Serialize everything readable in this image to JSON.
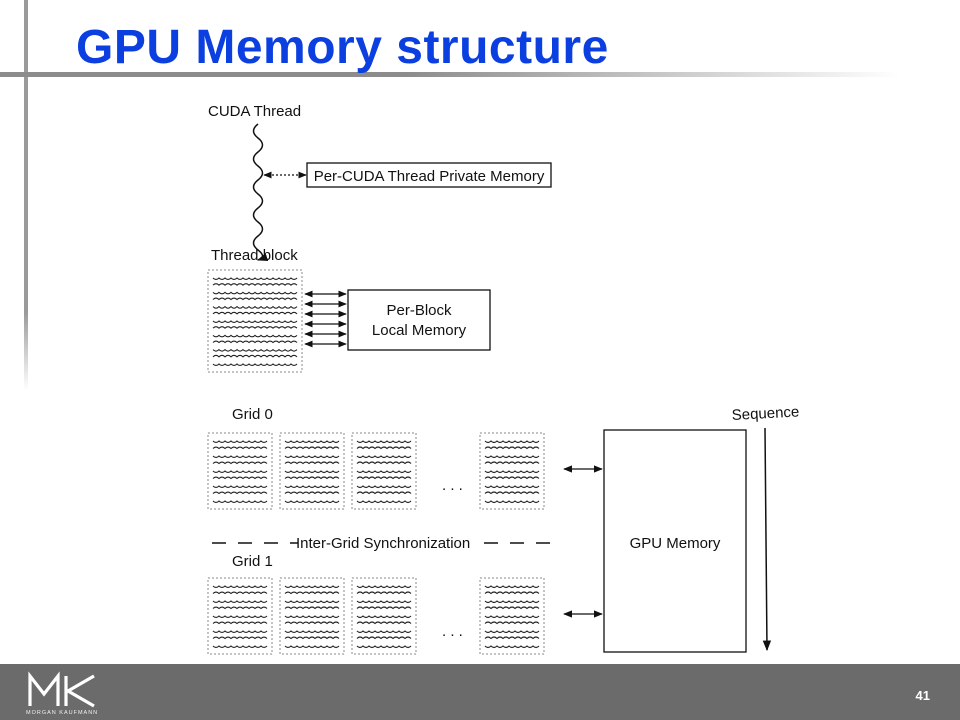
{
  "slide": {
    "title": "GPU Memory structure",
    "page_number": "41"
  },
  "diagram": {
    "cuda_thread_label": "CUDA Thread",
    "private_memory_label": "Per-CUDA Thread Private Memory",
    "thread_block_label": "Thread block",
    "block_memory_line1": "Per-Block",
    "block_memory_line2": "Local Memory",
    "grid0_label": "Grid 0",
    "grid1_label": "Grid 1",
    "sync_label": "Inter-Grid Synchronization",
    "gpu_memory_label": "GPU Memory",
    "sequence_label": "Sequence",
    "ellipsis": ". . ."
  },
  "footer": {
    "logo_text": "MORGAN KAUFMANN"
  }
}
